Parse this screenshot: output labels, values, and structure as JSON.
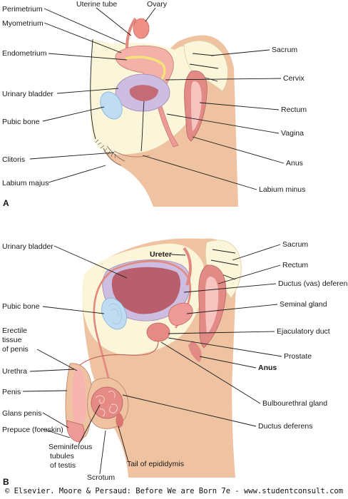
{
  "panel_a": {
    "letter": "A",
    "labels": {
      "uterine_tube": "Uterine tube",
      "ovary": "Ovary",
      "perimetrium": "Perimetrium",
      "myometrium": "Myometrium",
      "endometrium": "Endometrium",
      "sacrum": "Sacrum",
      "cervix": "Cervix",
      "urinary_bladder": "Urinary bladder",
      "rectum": "Rectum",
      "pubic_bone": "Pubic bone",
      "vagina": "Vagina",
      "anus": "Anus",
      "clitoris": "Clitoris",
      "labium_majus": "Labium majus",
      "labium_minus": "Labium minus"
    }
  },
  "panel_b": {
    "letter": "B",
    "labels": {
      "urinary_bladder": "Urinary bladder",
      "ureter": "Ureter",
      "sacrum": "Sacrum",
      "rectum": "Rectum",
      "ductus_deferens_vas": "Ductus (vas) deferens",
      "pubic_bone": "Pubic bone",
      "seminal_gland": "Seminal gland",
      "erectile_line1": "Erectile",
      "erectile_line2": "tissue",
      "erectile_line3": "of penis",
      "ejaculatory_duct": "Ejaculatory duct",
      "prostate": "Prostate",
      "urethra": "Urethra",
      "anus": "Anus",
      "penis": "Penis",
      "bulbourethral_gland": "Bulbourethral gland",
      "glans_penis": "Glans penis",
      "ductus_deferens": "Ductus deferens",
      "prepuce": "Prepuce (foreskin)",
      "seminiferous_line1": "Seminiferous",
      "seminiferous_line2": "tubules",
      "seminiferous_line3": "of testis",
      "tail_of_epididymis": "Tail of epididymis",
      "scrotum": "Scrotum"
    }
  },
  "footer": {
    "copyright": "© Elsevier. Moore & Persaud: Before We are Born 7e - www.studentconsult.com"
  },
  "colors": {
    "skin": "#efc3a1",
    "cream": "#fbf6da",
    "pink": "#ee9a98",
    "pink_light": "#f6c3bf",
    "bladder": "#cdbde0",
    "bladder_inner": "#c46b78",
    "bone_blue": "#bfdcf2",
    "endometrium_yellow": "#f5e27a"
  }
}
